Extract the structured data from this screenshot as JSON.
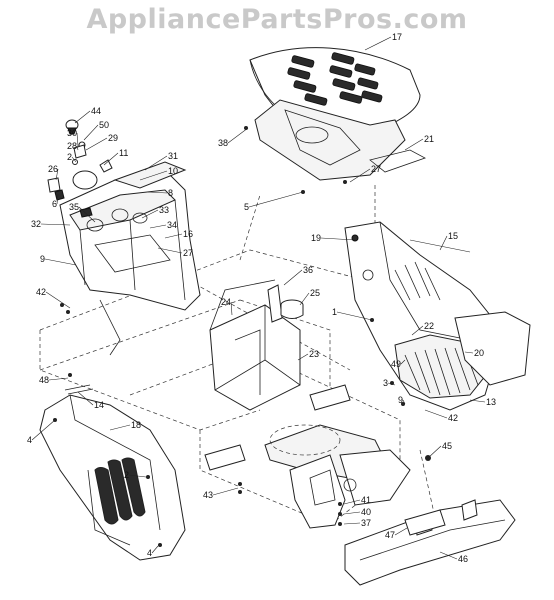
{
  "watermark": "AppliancePartsPros.com",
  "callouts": [
    "17",
    "38",
    "21",
    "27",
    "5",
    "44",
    "50",
    "30",
    "29",
    "28",
    "2",
    "11",
    "31",
    "26",
    "10",
    "6",
    "8",
    "32",
    "35",
    "33",
    "34",
    "16",
    "27",
    "9",
    "15",
    "19",
    "36",
    "25",
    "24",
    "23",
    "42",
    "1",
    "22",
    "49",
    "20",
    "48",
    "14",
    "3",
    "9",
    "42",
    "13",
    "18",
    "4",
    "45",
    "2",
    "43",
    "41",
    "40",
    "37",
    "47",
    "46",
    "4"
  ]
}
